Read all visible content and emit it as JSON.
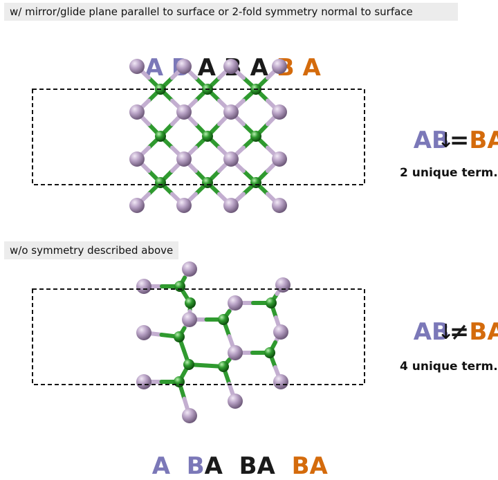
{
  "panel_top": {
    "caption": "w/ mirror/glide plane parallel to surface or 2-fold symmetry normal to surface",
    "sequence": [
      {
        "text": "A",
        "color": "#7b78b8"
      },
      {
        "text": "B",
        "color": "#7b78b8"
      },
      {
        "text": "A",
        "color": "#1a1a1a"
      },
      {
        "text": "B",
        "color": "#1a1a1a"
      },
      {
        "text": "A",
        "color": "#1a1a1a"
      },
      {
        "text": "B",
        "color": "#d46b0c"
      },
      {
        "text": "A",
        "color": "#d46b0c"
      }
    ],
    "relation_left": "AB",
    "relation_symbol": "=",
    "relation_right": "BA",
    "arrow": "↓",
    "result": "2 unique term."
  },
  "panel_bottom": {
    "caption": "w/o symmetry described above",
    "sequence": [
      {
        "text": "A",
        "color": "#7b78b8"
      },
      {
        "text": "B",
        "color": "#7b78b8"
      },
      {
        "text": "A",
        "color": "#1a1a1a"
      },
      {
        "text": "BA",
        "color": "#1a1a1a"
      },
      {
        "text": "BA",
        "color": "#d46b0c"
      }
    ],
    "relation_left": "AB",
    "relation_symbol": "≠",
    "relation_right": "BA",
    "arrow": "↓",
    "result": "4 unique term."
  },
  "colors": {
    "purple_atom": "#b9a3c6",
    "green_atom": "#2f9a2f",
    "label_purple": "#7b78b8",
    "label_orange": "#d46b0c"
  }
}
